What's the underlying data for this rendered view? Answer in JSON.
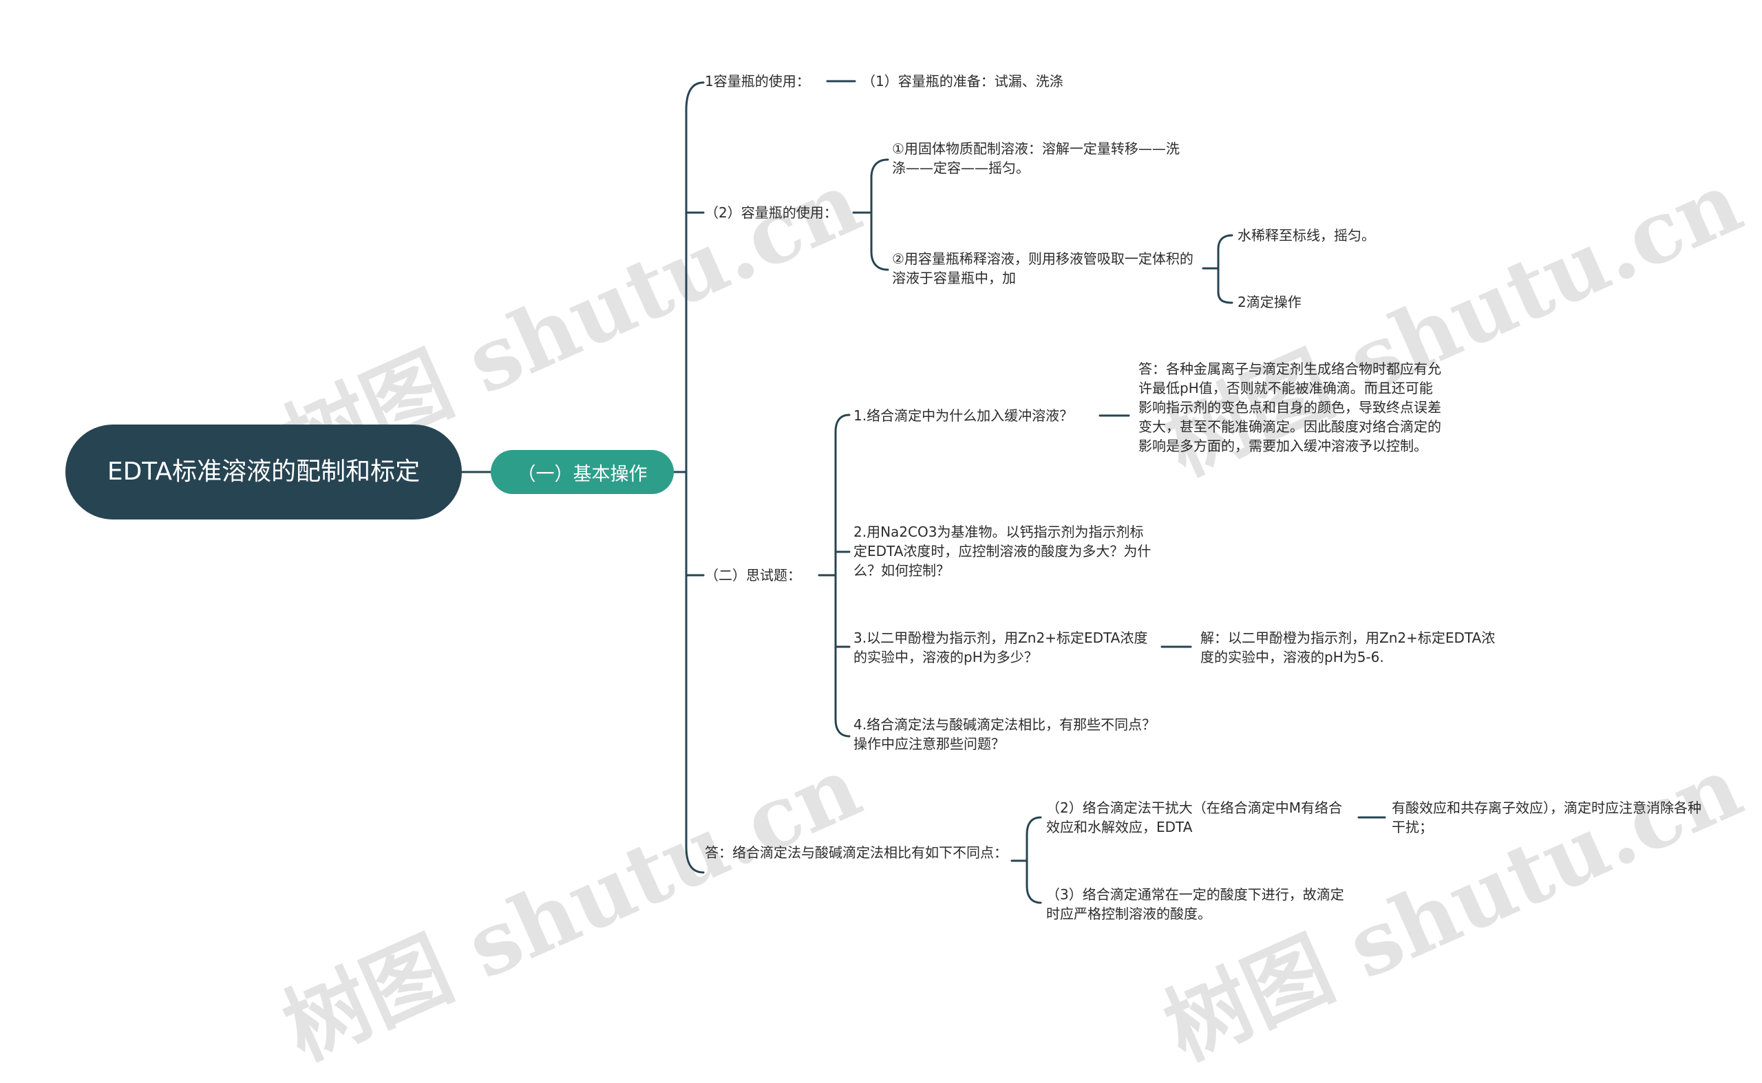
{
  "title": "EDTA标准溶液的配制和标定",
  "branch": "（一）基本操作",
  "n1": "1容量瓶的使用：",
  "n1a": "（1）容量瓶的准备：试漏、洗涤",
  "n2": "（2）容量瓶的使用：",
  "n2a": "①用固体物质配制溶液：溶解一定量转移——洗涤——定容——摇匀。",
  "n2b": "②用容量瓶稀释溶液，则用移液管吸取一定体积的溶液于容量瓶中，加",
  "n2b1": "水稀释至标线，摇匀。",
  "n2b2": "2滴定操作",
  "n3": "（二）思试题：",
  "q1": "1.络合滴定中为什么加入缓冲溶液？",
  "a1": "答：各种金属离子与滴定剂生成络合物时都应有允许最低pH值，否则就不能被准确滴。而且还可能影响指示剂的变色点和自身的颜色，导致终点误差变大，甚至不能准确滴定。因此酸度对络合滴定的影响是多方面的，需要加入缓冲溶液予以控制。",
  "q2": "2.用Na2CO3为基准物。以钙指示剂为指示剂标定EDTA浓度时，应控制溶液的酸度为多大？为什么？如何控制？",
  "q3": "3.以二甲酚橙为指示剂，用Zn2+标定EDTA浓度的实验中，溶液的pH为多少？",
  "a3": "解：以二甲酚橙为指示剂，用Zn2+标定EDTA浓度的实验中，溶液的pH为5-6.",
  "q4": "4.络合滴定法与酸碱滴定法相比，有那些不同点？操作中应注意那些问题？",
  "n4": "答：络合滴定法与酸碱滴定法相比有如下不同点：",
  "n4a": "（2）络合滴定法干扰大（在络合滴定中M有络合效应和水解效应，EDTA",
  "n4a1": "有酸效应和共存离子效应），滴定时应注意消除各种干扰；",
  "n4b": "（3）络合滴定通常在一定的酸度下进行，故滴定时应严格控制溶液的酸度。",
  "watermark": "树图 shutu.cn",
  "colors": {
    "root_bg": "#274452",
    "branch_bg": "#2d9e8a",
    "line": "#274452",
    "text": "#2b2b2b",
    "watermark": "#e3e3e3"
  }
}
